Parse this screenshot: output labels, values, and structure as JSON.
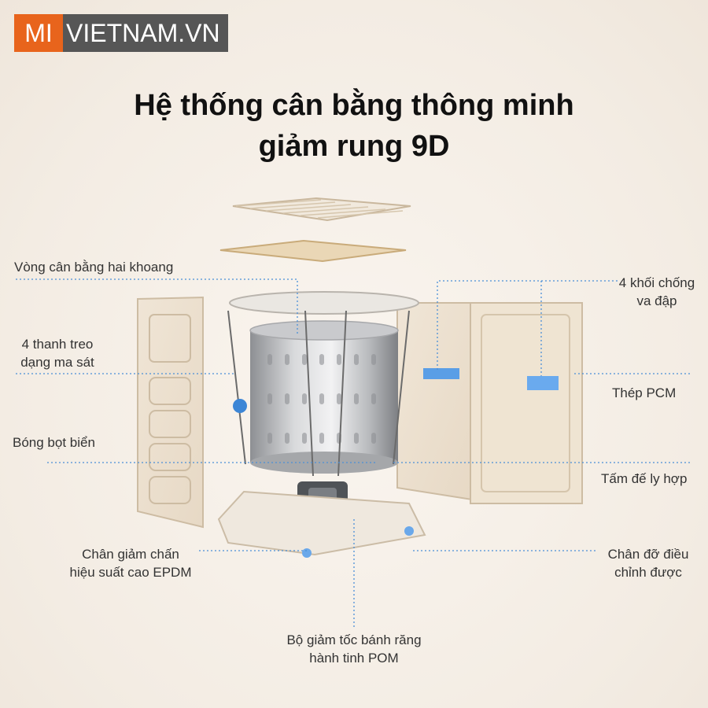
{
  "logo": {
    "part1": "MI",
    "part2": "VIETNAM.VN",
    "accent": "#e8641c",
    "dark": "#565656"
  },
  "title": {
    "line1": "Hệ thống cân bằng thông minh",
    "line2": "giảm rung 9D"
  },
  "labels": {
    "balance_ring": "Vòng cân bằng hai khoang",
    "rods_line1": "4 thanh treo",
    "rods_line2": "dạng ma sát",
    "sponge_ball": "Bóng bọt biển",
    "feet_line1": "Chân giảm chấn",
    "feet_line2": "hiệu suất cao EPDM",
    "gear_line1": "Bộ giảm tốc bánh răng",
    "gear_line2": "hành tinh POM",
    "blocks_line1": "4 khối chống",
    "blocks_line2": "va đập",
    "steel": "Thép PCM",
    "clutch_plate": "Tấm đế ly hợp",
    "adj_feet_line1": "Chân đỡ điều",
    "adj_feet_line2": "chỉnh được"
  },
  "colors": {
    "leader": "#4a8fd8",
    "dot": "#3d86d6"
  }
}
